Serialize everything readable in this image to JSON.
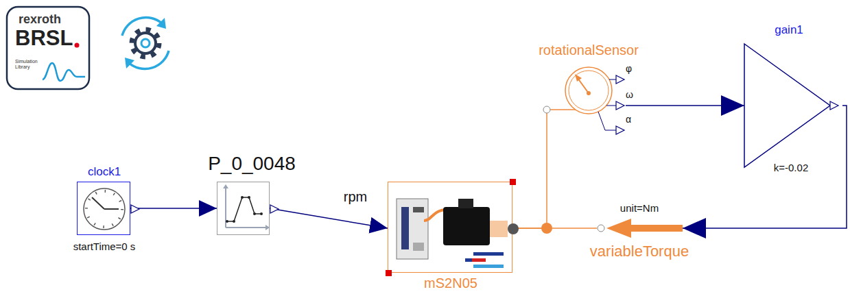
{
  "diagram": {
    "nodes": [
      {
        "text": [
          "clock1",
          "startTime=0 s"
        ]
      },
      {
        "text": [
          "P_0_0048"
        ]
      },
      {
        "text": [
          "mS2N05"
        ]
      },
      {
        "text": [
          "rotationalSensor"
        ]
      },
      {
        "text": [
          "gain1",
          "k=-0.02"
        ]
      },
      {
        "text": [
          "unit=Nm",
          "variableTorque"
        ]
      }
    ],
    "edges": [
      {
        "from": 0,
        "to": 1,
        "arrow": "to"
      },
      {
        "from": 1,
        "to": 2,
        "label": "rpm",
        "arrow": "to"
      },
      {
        "from": 2,
        "to": 3,
        "arrow": "none"
      },
      {
        "from": 2,
        "to": 5,
        "arrow": "none"
      },
      {
        "from": 3,
        "to": 4,
        "arrow": "to"
      },
      {
        "from": 4,
        "to": 5,
        "arrow": "to"
      }
    ],
    "labels": [
      "rexroth",
      "BRSL",
      "Simulation Library",
      "φ",
      "ω",
      "α"
    ]
  }
}
